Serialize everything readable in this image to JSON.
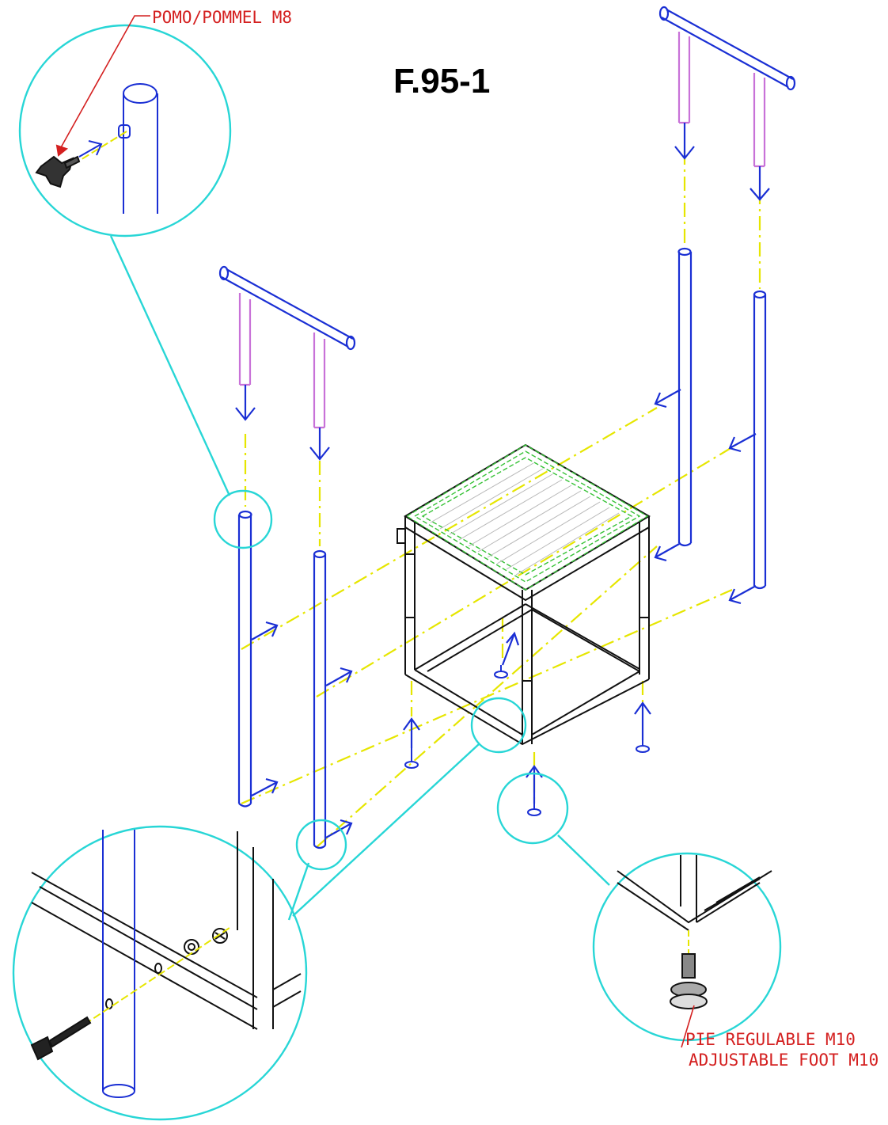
{
  "drawing": {
    "title": "F.95-1",
    "callouts": {
      "pommel": "POMO/POMMEL M8",
      "foot_line1": "PIE REGULABLE M10",
      "foot_line2": "ADJUSTABLE FOOT M10"
    }
  },
  "colors": {
    "tube": "#1a2fd4",
    "insert": "#c872d8",
    "axis": "#e6e600",
    "detail_circle": "#28d6d6",
    "callout": "#d42020",
    "frame": "#111111",
    "top_panel": "#36c236"
  }
}
